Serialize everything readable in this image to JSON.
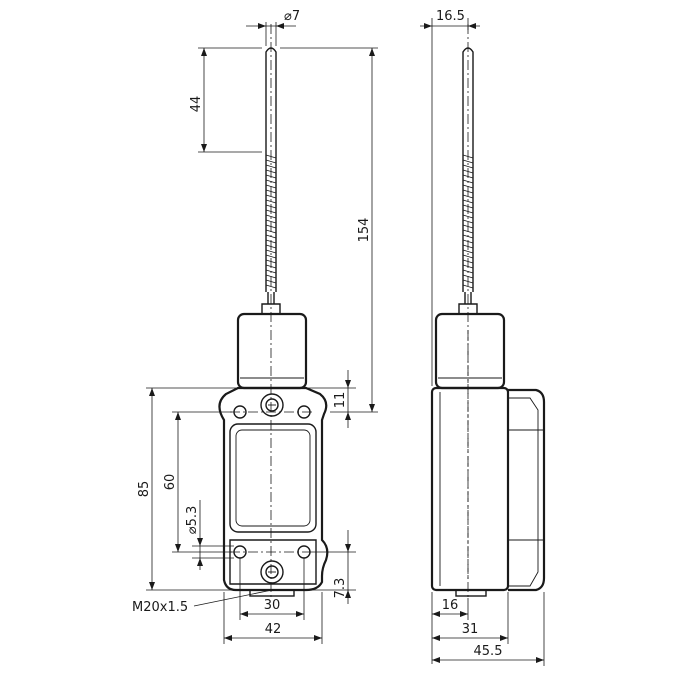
{
  "dimensions": {
    "rod_diameter": "⌀7",
    "side_offset": "16.5",
    "rod_tip_length": "44",
    "overall_height": "154",
    "top_offset": "11",
    "body_height": "85",
    "hole_spacing_v": "60",
    "hole_diameter": "⌀5.3",
    "bottom_offset": "7.3",
    "thread": "M20x1.5",
    "hole_spacing_h": "30",
    "body_width": "42",
    "side_16": "16",
    "side_31": "31",
    "side_depth": "45.5"
  }
}
